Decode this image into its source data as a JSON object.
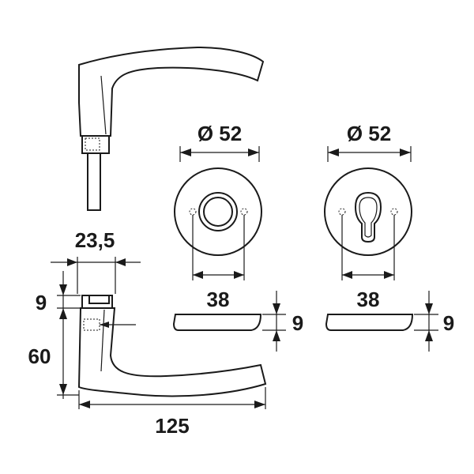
{
  "dimensions": {
    "rose_diameter_left": "Ø 52",
    "rose_diameter_right": "Ø 52",
    "rose_hole_spacing_left": "38",
    "rose_hole_spacing_right": "38",
    "rose_thickness_left": "9",
    "rose_thickness_right": "9",
    "handle_neck_width": "23,5",
    "handle_collar_height": "9",
    "handle_height": "60",
    "handle_length": "125"
  },
  "colors": {
    "line": "#1a1a1a",
    "background": "#ffffff"
  }
}
